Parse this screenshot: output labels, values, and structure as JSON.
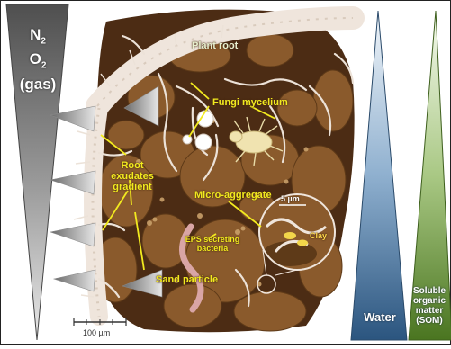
{
  "figure": {
    "gas_label": {
      "line1": "N",
      "sub1": "2",
      "line2": "O",
      "sub2": "2",
      "line3": "(gas)"
    },
    "labels": {
      "plant_root": "Plant root",
      "fungi": "Fungi mycelium",
      "root_exudates": "Root exudates gradient",
      "micro_aggregate": "Micro-aggregate",
      "eps": "EPS secreting bacteria",
      "clay": "Clay",
      "sand": "Sand particle",
      "inset_scale": "5 µm",
      "scale_bar": "100 µm"
    },
    "gradients": {
      "water": "Water",
      "som": "Soluble organic matter (SOM)"
    },
    "colors": {
      "soil": "#8a5a2c",
      "pore": "#4c2c14",
      "root": "#efe5dc",
      "label": "#f2ea1f",
      "water": "#2e5b8a",
      "som": "#4e7a23"
    }
  }
}
